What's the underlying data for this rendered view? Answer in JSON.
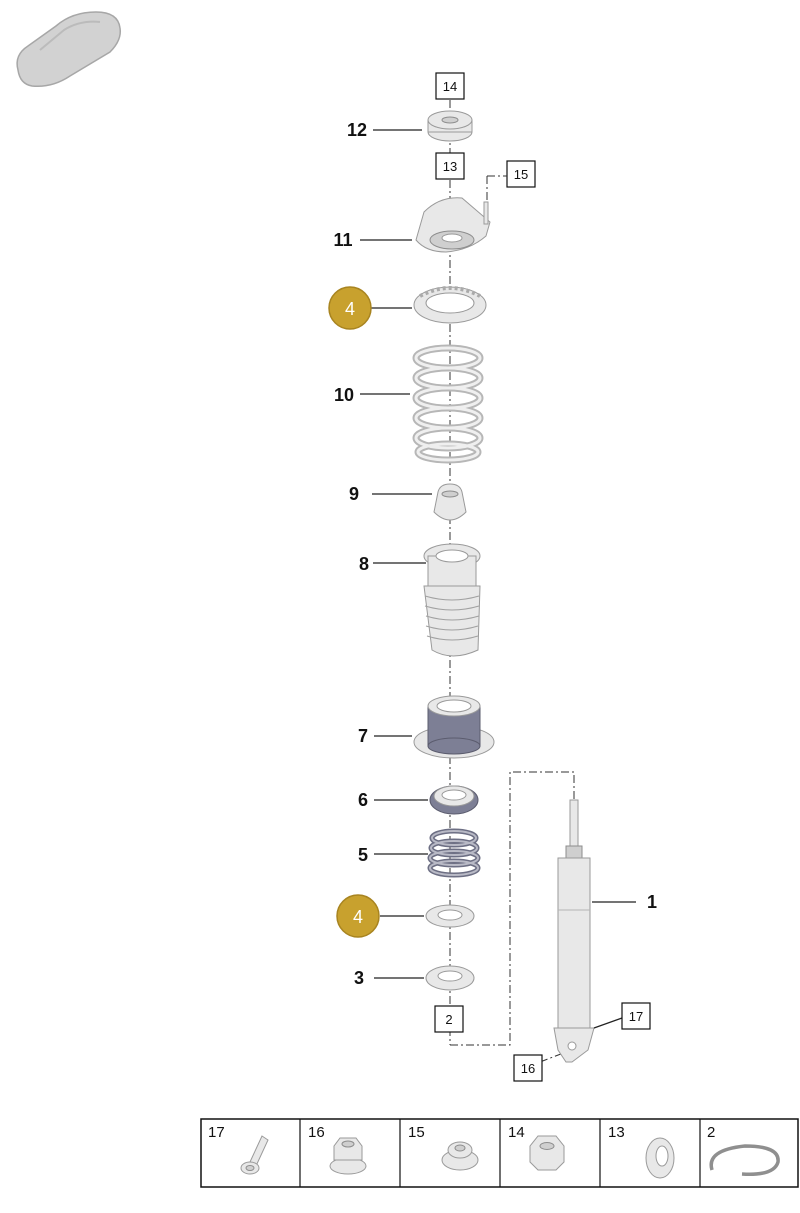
{
  "callouts": [
    {
      "id": "c12",
      "text": "12"
    },
    {
      "id": "c11",
      "text": "11"
    },
    {
      "id": "c4a",
      "text": "4"
    },
    {
      "id": "c10",
      "text": "10"
    },
    {
      "id": "c9",
      "text": "9"
    },
    {
      "id": "c8",
      "text": "8"
    },
    {
      "id": "c7",
      "text": "7"
    },
    {
      "id": "c6",
      "text": "6"
    },
    {
      "id": "c5",
      "text": "5"
    },
    {
      "id": "c4b",
      "text": "4"
    },
    {
      "id": "c3",
      "text": "3"
    },
    {
      "id": "c1",
      "text": "1"
    }
  ],
  "boxed_refs": [
    {
      "id": "b14",
      "text": "14"
    },
    {
      "id": "b13",
      "text": "13"
    },
    {
      "id": "b15",
      "text": "15"
    },
    {
      "id": "b2",
      "text": "2"
    },
    {
      "id": "b17",
      "text": "17"
    },
    {
      "id": "b16",
      "text": "16"
    }
  ],
  "parts_table": [
    {
      "label": "17",
      "icon": "bolt-icon"
    },
    {
      "label": "16",
      "icon": "flange-nut-icon"
    },
    {
      "label": "15",
      "icon": "collar-nut-icon"
    },
    {
      "label": "14",
      "icon": "hex-nut-icon"
    },
    {
      "label": "13",
      "icon": "washer-icon"
    },
    {
      "label": "2",
      "icon": "snap-ring-icon"
    }
  ],
  "colors": {
    "highlight": "#c8a12e",
    "part_fill": "#e8e8e8",
    "bearing_blue": "#7d7f95"
  }
}
